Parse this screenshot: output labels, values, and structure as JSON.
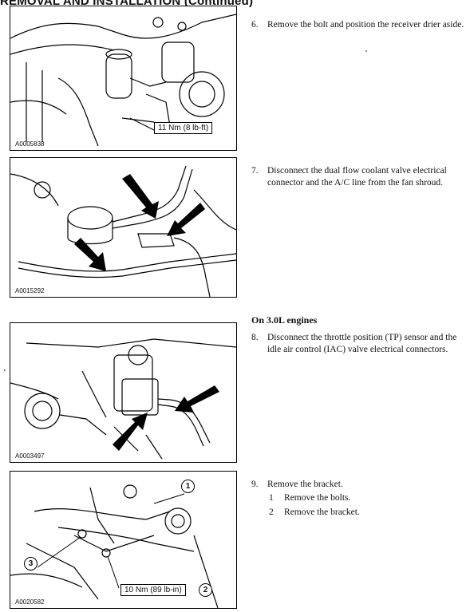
{
  "header": {
    "title": "REMOVAL AND INSTALLATION (Continued)"
  },
  "figures": [
    {
      "id": "A0005838",
      "torque": "11 Nm (8 lb-ft)"
    },
    {
      "id": "A0015292"
    },
    {
      "id": "A0003497"
    },
    {
      "id": "A0020582",
      "torque": "10 Nm (89 lb-in)",
      "callouts": [
        "1",
        "2",
        "3"
      ]
    }
  ],
  "steps": [
    {
      "number": "6.",
      "text": "Remove the bolt and position the receiver drier aside."
    },
    {
      "number": "7.",
      "text": "Disconnect the dual flow coolant valve electrical connector and the A/C line from the fan shroud."
    },
    {
      "number": "8.",
      "text": "Disconnect the throttle position (TP) sensor and the idle air control (IAC) valve electrical connectors."
    },
    {
      "number": "9.",
      "text": "Remove the bracket.",
      "substeps": [
        {
          "number": "1",
          "text": "Remove the bolts."
        },
        {
          "number": "2",
          "text": "Remove the bracket."
        }
      ]
    }
  ],
  "section_heading": "On 3.0L engines"
}
